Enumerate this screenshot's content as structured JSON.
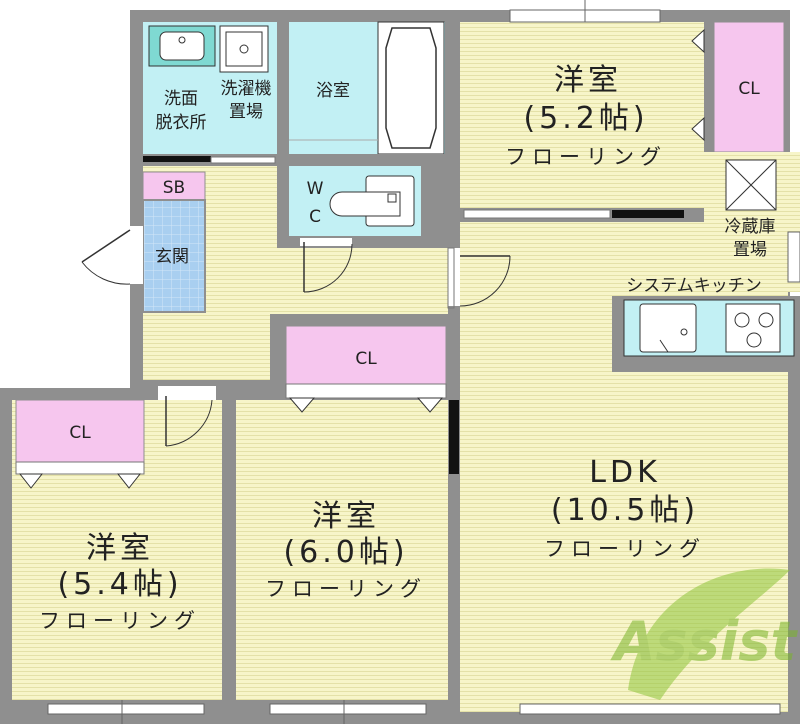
{
  "rooms": {
    "washroom": {
      "line1": "洗面",
      "line2": "脱衣所"
    },
    "laundry": {
      "line1": "洗濯機",
      "line2": "置場"
    },
    "bath": {
      "label": "浴室"
    },
    "wc": {
      "line1": "W",
      "line2": "C"
    },
    "sb": {
      "label": "SB"
    },
    "entrance": {
      "label": "玄関"
    },
    "bedroom_ne": {
      "name": "洋室",
      "size": "(5.2帖)",
      "floor": "フローリング"
    },
    "bedroom_sw": {
      "name": "洋室",
      "size": "(5.4帖)",
      "floor": "フローリング"
    },
    "bedroom_s": {
      "name": "洋室",
      "size": "(6.0帖)",
      "floor": "フローリング"
    },
    "ldk": {
      "name": "LDK",
      "size": "(10.5帖)",
      "floor": "フローリング"
    },
    "fridge": {
      "line1": "冷蔵庫",
      "line2": "置場"
    },
    "kitchen": {
      "label": "システムキッチン"
    }
  },
  "closets": {
    "ne": "CL",
    "center": "CL",
    "sw": "CL"
  },
  "watermark": {
    "text": "Assist"
  },
  "colors": {
    "wall": "#8f8f8f",
    "floor": "#f7f5c9",
    "floor_line": "#e3e0a6",
    "closet": "#f6c6ee",
    "wet_area": "#c2f0f4",
    "entrance_tile": "#a9cff0",
    "watermark": "#8fc53a"
  }
}
